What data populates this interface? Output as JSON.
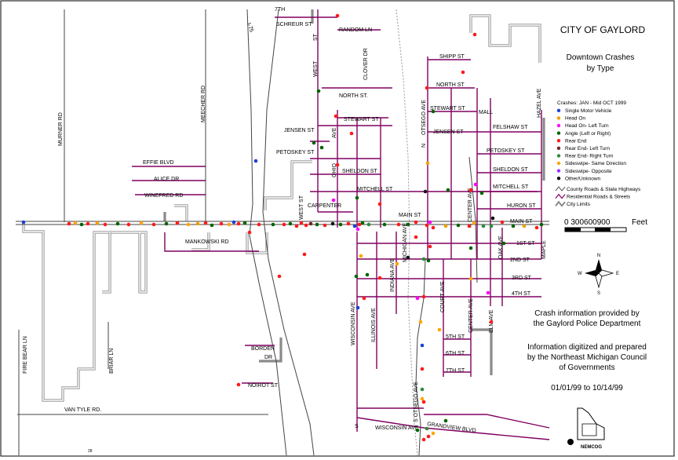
{
  "title": "CITY OF GAYLORD",
  "subtitle_line1": "Downtown Crashes",
  "subtitle_line2": "by Type",
  "legend": {
    "heading": "Crashes: JAN - Mid OCT 1999",
    "items": [
      {
        "label": "Single Motor Vehicle",
        "color": "#1a3fd6"
      },
      {
        "label": "Head On",
        "color": "#f0a000"
      },
      {
        "label": "Head On- Left Turn",
        "color": "#ff00ff"
      },
      {
        "label": "Angle (Left or Right)",
        "color": "#006400"
      },
      {
        "label": "Rear End",
        "color": "#ff1a1a"
      },
      {
        "label": "Rear End- Left Turn",
        "color": "#7a2020"
      },
      {
        "label": "Rear End- Right Turn",
        "color": "#2e8b3a"
      },
      {
        "label": "Sideswipe- Same Direction",
        "color": "#ffa500"
      },
      {
        "label": "Sideswipe- Opposite",
        "color": "#9b30ff"
      },
      {
        "label": "Other/Unknown",
        "color": "#111111"
      }
    ],
    "line_items": [
      "County Roads & State Highways",
      "Residential Roads & Streets",
      "City Limits"
    ]
  },
  "scale": {
    "ticks": "0  300600900",
    "unit": "Feet"
  },
  "north_arrow": {
    "n": "N",
    "s": "S",
    "e": "E",
    "w": "W"
  },
  "credits": {
    "line1": "Crash information provided by",
    "line2": "the Gaylord Police Department",
    "line3": "Information digitized and prepared",
    "line4": "by the Northeast Michigan Council",
    "line5": "of Governments",
    "dates": "01/01/99 to 10/14/99"
  },
  "logo_text": "NEMCOG",
  "page_number": "28",
  "streets": {
    "schreur": "SCHREUR ST",
    "random": "RANDOM LN",
    "seventh": "7TH",
    "i75": "I-75",
    "west_st_n": "ST",
    "clover": "CLOVER DR",
    "west_rot": "WEST",
    "shipp": "SHIPP ST",
    "north_st_e": "NORTH ST",
    "north_st_w": "NORTH ST.",
    "stewart_e": "STEWART ST",
    "stewart_w": "STEWART ST",
    "mall": "MALL",
    "jensen_e": "JENSEN ST",
    "jensen_w": "JENSEN ST",
    "felshaw": "FELSHAW ST",
    "petoskey_e": "PETOSKEY ST",
    "petoskey_w": "PETOSKEY ST",
    "sheldon_e": "SHELDON ST",
    "sheldon_w": "SHELDON ST",
    "ohio": "OHIO",
    "ave_ohio": "AVE",
    "mitchell_e": "MITCHELL ST",
    "mitchell_w": "MITCHELL ST",
    "huron": "HURON ST",
    "main_e": "MAIN ST",
    "main_w": "MAIN ST",
    "carpenter": "CARPENTER",
    "west_st_s": "WEST ST",
    "first": "1ST ST",
    "second": "2ND ST",
    "third": "3RD ST",
    "fourth": "4TH ST",
    "fifth": "5TH ST",
    "sixth": "6TH ST",
    "seventh_s": "7TH ST",
    "effie": "EFFIE BLVD",
    "alice": "ALICE DR",
    "winefred": "WINEFRED RD",
    "mankowski": "MANKOWSKI RD",
    "meecher": "MEECHER RD",
    "murner": "MURNER RD",
    "borden": "BORDEN",
    "borden_dr": "DR",
    "noirot": "NOIROT ST",
    "fire_bear": "FIRE BEAR LN",
    "briar": "BRIAR LN",
    "van_tyle": "VAN TYLE RD.",
    "wisconsin_s": "WISCONSIN AVE",
    "wisconsin_v": "WISCONSIN AVE",
    "wisconsin_s_prefix": "S",
    "grandview": "GRANDVIEW BLVD",
    "illinois": "ILLINOIS AVE",
    "indiana": "INDIANA AVE",
    "michigan": "MICHIGAN AVE",
    "otsego_n": "OTSEGO AVE",
    "otsego_n_prefix": "N",
    "otsego_s": "S OTSEGO AVE",
    "court": "COURT AVE",
    "center_n": "N CENTER AVE",
    "center_s": "CENTER AVE",
    "oak": "OAK AVE",
    "elm": "ELM AVE",
    "hazel": "HAZEL AVE",
    "maple": "MAPLE"
  }
}
